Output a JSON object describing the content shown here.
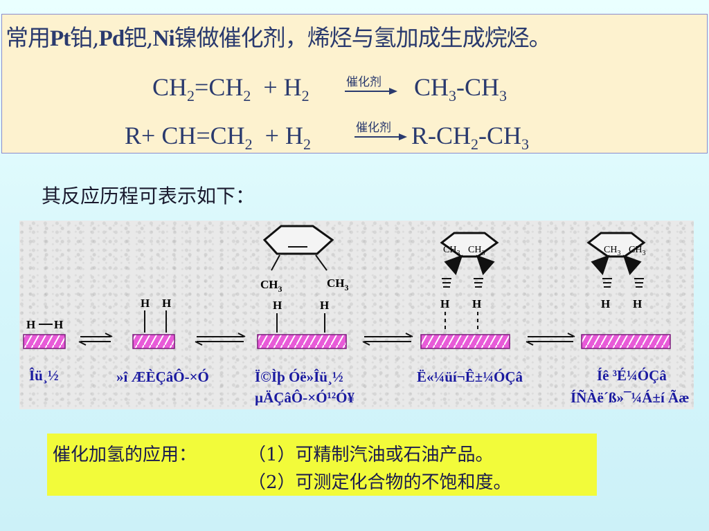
{
  "header": {
    "sentence_parts": [
      "常用",
      "Pt",
      "铂,",
      "Pd",
      "钯,",
      "Ni",
      "镍做催化剂，烯烃与氢加成生成烷烃。"
    ]
  },
  "equations": [
    {
      "left": [
        "CH",
        "2",
        "=CH",
        "2",
        "  + H",
        "2"
      ],
      "catalyst": "催化剂",
      "right": [
        "CH",
        "3",
        "-CH",
        "3"
      ]
    },
    {
      "left": [
        "R+ CH=CH",
        "2",
        "  + H",
        "2"
      ],
      "catalyst": "催化剂",
      "right": [
        "R-CH",
        "2",
        "-CH",
        "3"
      ]
    }
  ],
  "intro_text": "其反应历程可表示如下：",
  "mechanism": {
    "atom_labels": {
      "h": "H",
      "ch": "CH",
      "sub3": "3"
    },
    "captions": [
      "Îü¸½",
      "»î ÆÈÇâÔ-×Ó",
      "Ï©Ìþ Óë»Îü¸½",
      "µÄÇâÔ-×Ó¹²Ó¥",
      "Ë«¼üí¬Ê±¼ÓÇâ",
      "Íê ³É¼ÓÇâ",
      "ÍÑÀë´ß»¯¼Á±í Ãæ"
    ]
  },
  "applications": {
    "label": "催化加氢的应用：",
    "item1": "（1）可精制汽油或石油产品。",
    "item2": "（2）可测定化合物的不饱和度。"
  },
  "colors": {
    "top_box_bg": "#fdf2cf",
    "bottom_box_bg": "#f2fb3a",
    "text_blue": "#2a3a6e",
    "caption_blue": "#1a1aa0",
    "catalyst_fill": "#e85bd8"
  }
}
